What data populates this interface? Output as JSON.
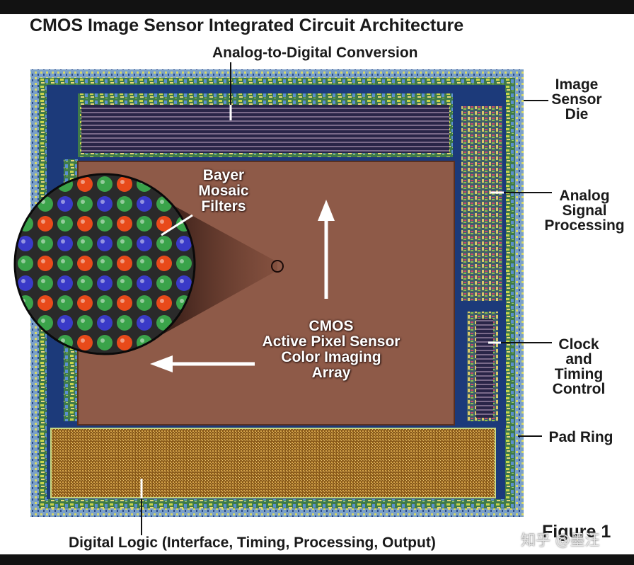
{
  "title": "CMOS Image Sensor Integrated Circuit Architecture",
  "labels": {
    "adc": "Analog-to-Digital Conversion",
    "image_sensor_die": [
      "Image",
      "Sensor",
      "Die"
    ],
    "analog_signal": [
      "Analog",
      "Signal",
      "Processing"
    ],
    "clock_timing": [
      "Clock",
      "and",
      "Timing",
      "Control"
    ],
    "pad_ring": "Pad Ring",
    "bayer": [
      "Bayer",
      "Mosaic",
      "Filters"
    ],
    "cmos_array": [
      "CMOS",
      "Active Pixel Sensor",
      "Color Imaging",
      "Array"
    ],
    "digital_logic": "Digital Logic (Interface, Timing, Processing, Output)"
  },
  "figure_label": "Figure 1",
  "watermark": "知乎 @墨汪",
  "colors": {
    "sensor_array": "#8e5a48",
    "die_background": "#1c3a7a",
    "circuit_green": "#8fbf4a",
    "digital_logic": "#b07c2a",
    "bayer_red": "#e84a1a",
    "bayer_green": "#3aa34a",
    "bayer_blue": "#3a3ac8"
  }
}
